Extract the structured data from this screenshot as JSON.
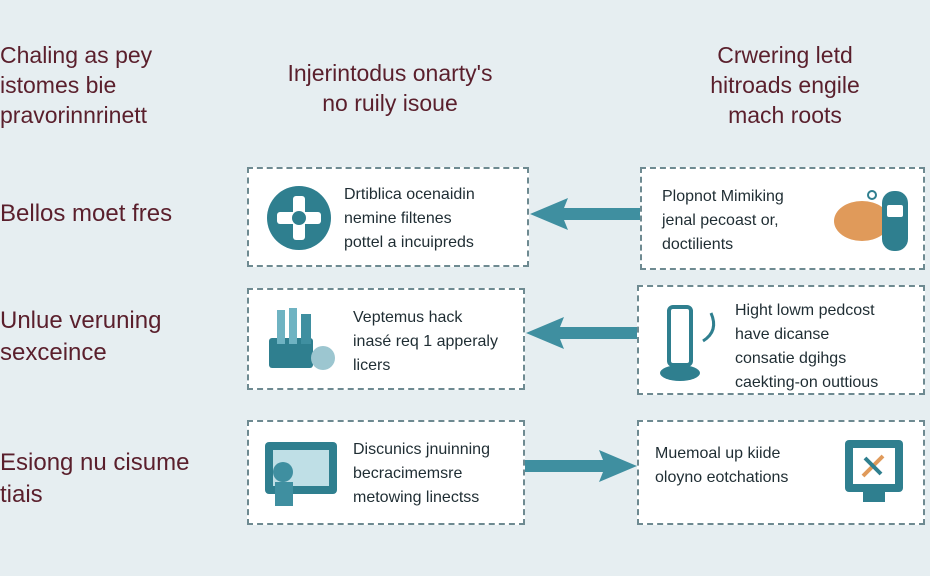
{
  "headers": {
    "left": "Chaling as pey\nistomes bie\npravorinnrinett",
    "middle": "Injerintodus onarty's\nno ruily isoue",
    "right": "Crwering letd\nhitroads engile\nmach roots"
  },
  "rows": [
    {
      "label": "Bellos moet fres",
      "left_card": "Drtiblica ocenaidin\nnemine filtenes\npottel a incuipreds",
      "right_card": "Plopnot Mimiking\njenal pecoast or,\ndoctilients",
      "arrow_direction": "left",
      "left_icon": "gear-circle-icon",
      "right_icon": "brain-robot-icon"
    },
    {
      "label": "Unlue veruning\nsexceince",
      "left_card": "Veptemus hack\ninasé req 1 apperaly\nlicers",
      "right_card": "Hight lowm pedcost\nhave dicanse\nconsatie dgihgs\ncaekting-on outtious",
      "arrow_direction": "left",
      "left_icon": "tools-box-icon",
      "right_icon": "glass-icon"
    },
    {
      "label": "Esiong nu cisume\ntiais",
      "left_card": "Discunics jnuinning\nbecracimemsre\nmetowing linectss",
      "right_card": "Muemoal up kiide\noloyno eotchations",
      "arrow_direction": "right",
      "left_icon": "screen-person-icon",
      "right_icon": "monitor-tools-icon"
    }
  ],
  "colors": {
    "label_text": "#5a1f2c",
    "arrow": "#3f8fa0",
    "teal": "#2f7f8f",
    "accent_orange": "#e09a5a",
    "card_border": "#6e8a91"
  }
}
